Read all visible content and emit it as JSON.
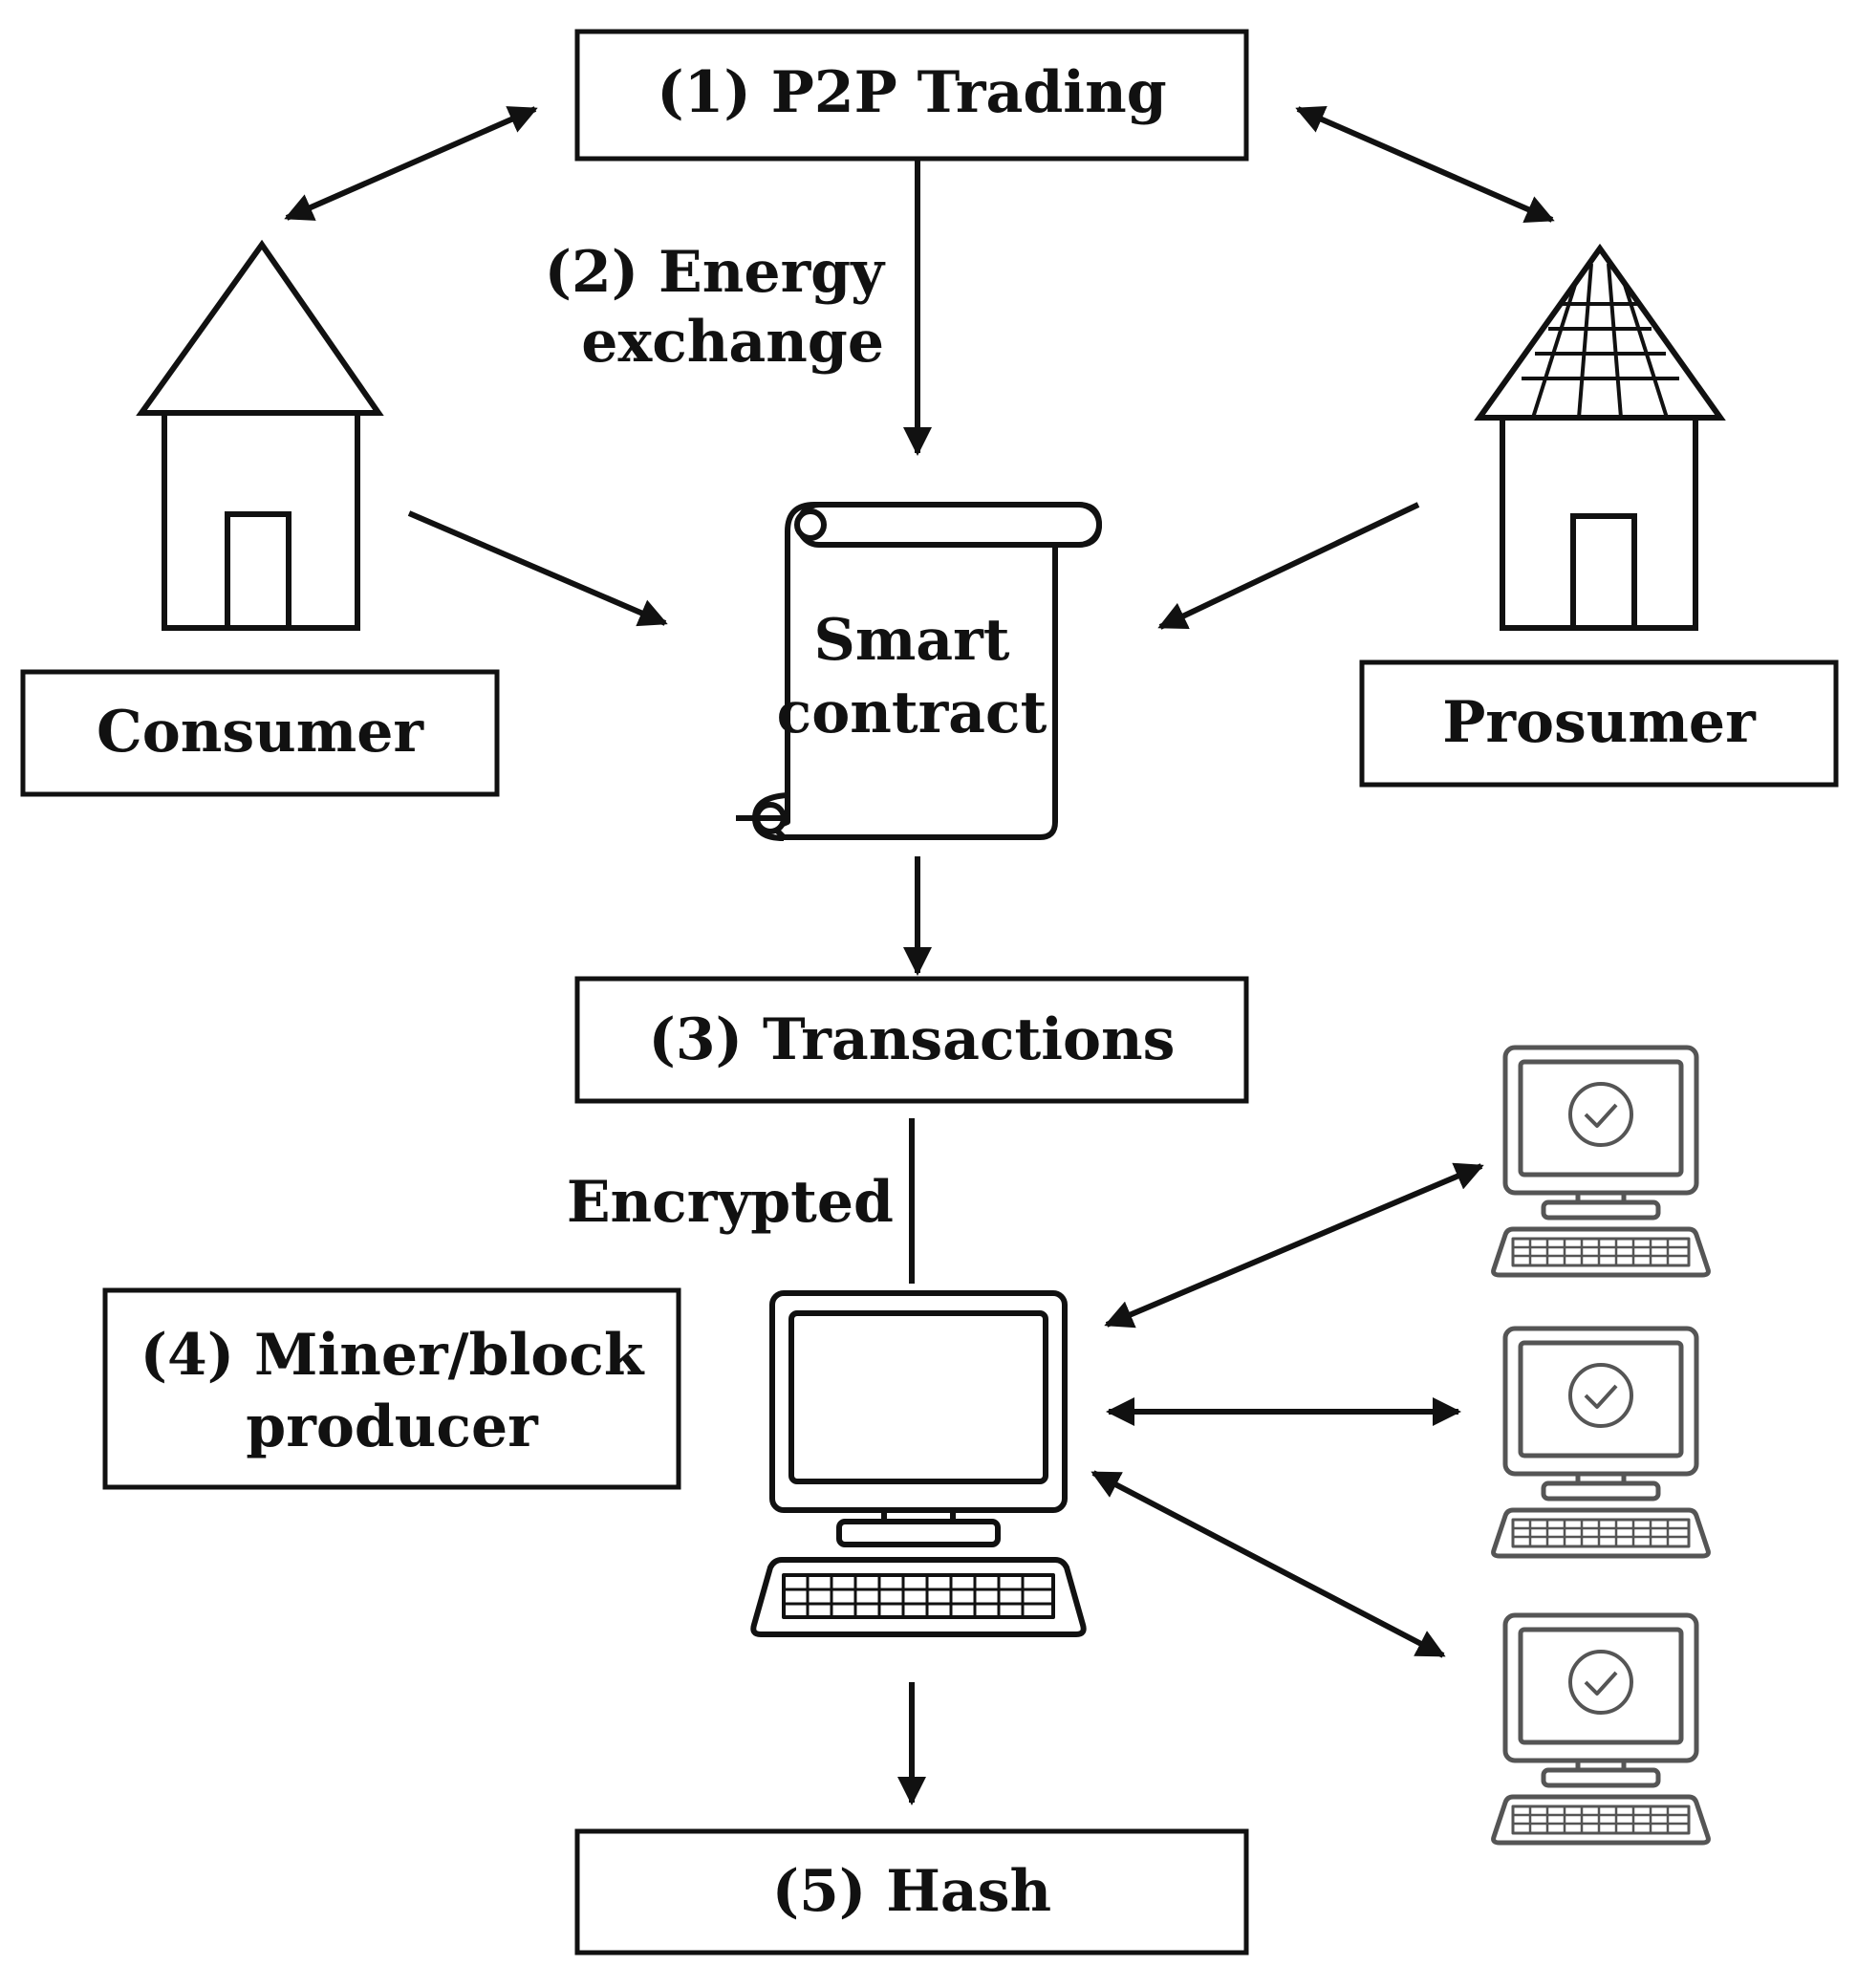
{
  "diagram": {
    "boxes": {
      "p2p_trading": "(1) P2P Trading",
      "transactions": "(3) Transactions",
      "miner_line1": "(4) Miner/block",
      "miner_line2": "producer",
      "hash": "(5) Hash",
      "consumer": "Consumer",
      "prosumer": "Prosumer"
    },
    "labels": {
      "energy_exchange_line1": "(2) Energy",
      "energy_exchange_line2": "exchange",
      "encrypted": "Encrypted",
      "smart_contract_line1": "Smart",
      "smart_contract_line2": "contract"
    },
    "icons": {
      "consumer_house": "house-icon",
      "prosumer_house": "solar-house-icon",
      "smart_contract": "scroll-icon",
      "miner_computer": "computer-icon",
      "peer_nodes": [
        "verified-computer-icon",
        "verified-computer-icon",
        "verified-computer-icon"
      ]
    },
    "colors": {
      "line": "#111111",
      "peer_node": "#555555",
      "background": "#ffffff"
    }
  }
}
